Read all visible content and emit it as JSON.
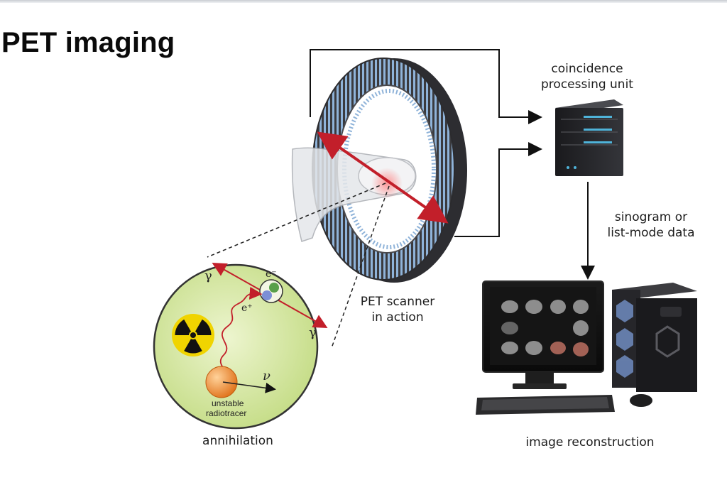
{
  "title": "PET imaging",
  "labels": {
    "coincidence": "coincidence\nprocessing unit",
    "sinogram": "sinogram or\nlist-mode data",
    "scanner": "PET scanner\nin action",
    "annihilation": "annihilation",
    "reconstruction": "image reconstruction",
    "radiotracer": "unstable\nradiotracer"
  },
  "symbols": {
    "gamma": "γ",
    "electron": "e⁻",
    "positron": "e⁺",
    "neutrino": "ν"
  },
  "colors": {
    "beam": "#c21f2a",
    "cell_fill": "#d7e8a3",
    "ring_dark": "#3a3a3e",
    "ring_blue": "#8fb3d9",
    "radiation_yellow": "#f0d400",
    "tracer_orange": "#ef8a2e"
  }
}
